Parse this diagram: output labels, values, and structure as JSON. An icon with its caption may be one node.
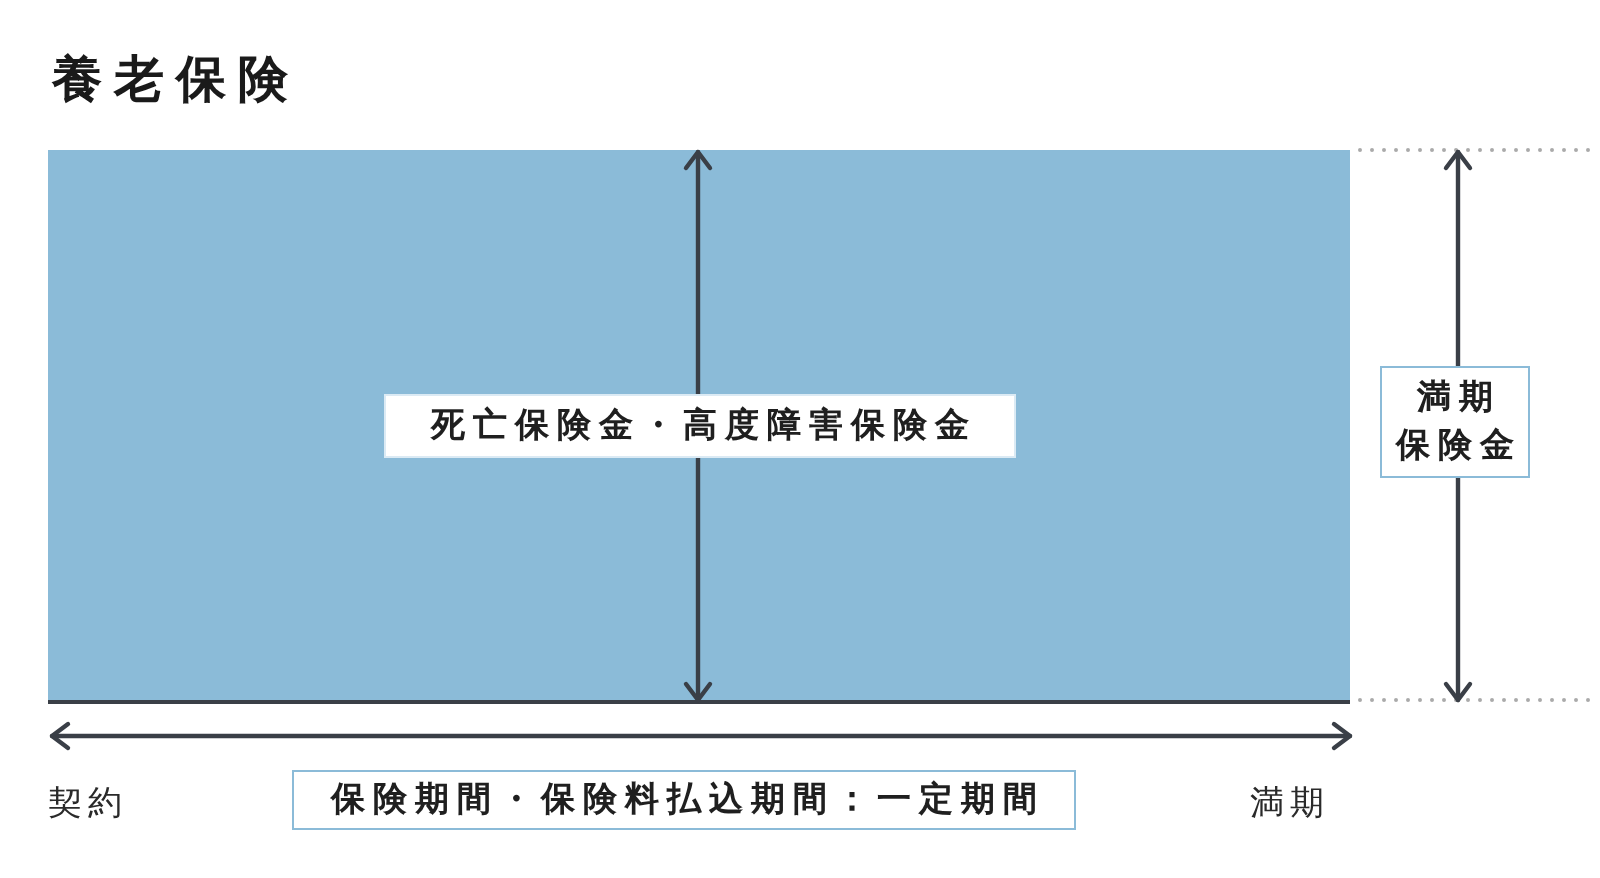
{
  "diagram": {
    "title": "養老保険",
    "nodes": [
      {
        "text": [],
        "shape": "box"
      },
      {
        "text": [
          "死亡保険金・高度障害保険金"
        ],
        "in": 0
      },
      {
        "text": [
          "満期保険金"
        ]
      },
      {
        "text": [
          "保険期間・保険料払込期間：一定期間"
        ]
      }
    ],
    "labels": [
      "契約",
      "満期"
    ]
  }
}
